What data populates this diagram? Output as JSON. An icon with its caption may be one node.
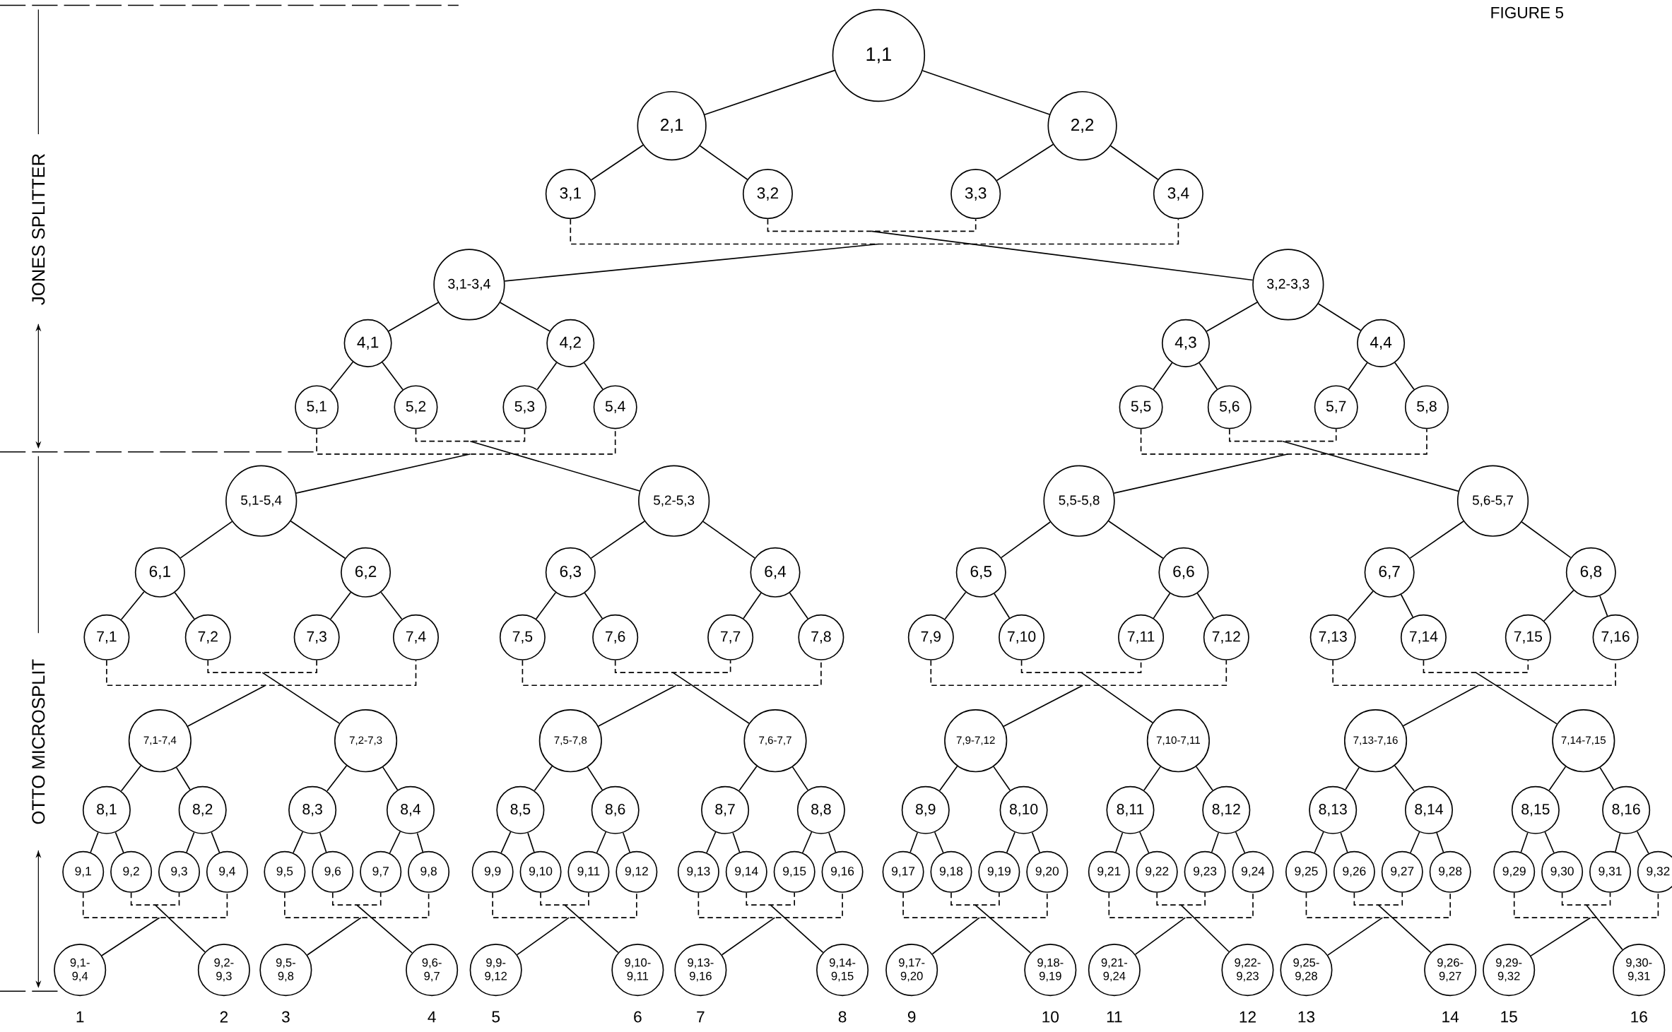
{
  "diagram": {
    "nodes": [
      {
        "text": [
          "1,1"
        ]
      },
      {
        "text": [
          "2,1"
        ]
      },
      {
        "text": [
          "2,2"
        ]
      },
      {
        "text": [
          "3,1"
        ]
      },
      {
        "text": [
          "3,2"
        ]
      },
      {
        "text": [
          "3,3"
        ]
      },
      {
        "text": [
          "3,4"
        ]
      },
      {
        "text": [
          "3,1-3,4"
        ]
      },
      {
        "text": [
          "3,2-3,3"
        ]
      },
      {
        "text": [
          "4,1"
        ]
      },
      {
        "text": [
          "4,2"
        ]
      },
      {
        "text": [
          "4,3"
        ]
      },
      {
        "text": [
          "4,4"
        ]
      },
      {
        "text": [
          "5,1"
        ]
      },
      {
        "text": [
          "5,2"
        ]
      },
      {
        "text": [
          "5,3"
        ]
      },
      {
        "text": [
          "5,4"
        ]
      },
      {
        "text": [
          "5,5"
        ]
      },
      {
        "text": [
          "5,6"
        ]
      },
      {
        "text": [
          "5,7"
        ]
      },
      {
        "text": [
          "5,8"
        ]
      },
      {
        "text": [
          "5,1-5,4"
        ]
      },
      {
        "text": [
          "5,2-5,3"
        ]
      },
      {
        "text": [
          "5,5-5,8"
        ]
      },
      {
        "text": [
          "5,6-5,7"
        ]
      },
      {
        "text": [
          "6,1"
        ]
      },
      {
        "text": [
          "6,2"
        ]
      },
      {
        "text": [
          "6,3"
        ]
      },
      {
        "text": [
          "6,4"
        ]
      },
      {
        "text": [
          "6,5"
        ]
      },
      {
        "text": [
          "6,6"
        ]
      },
      {
        "text": [
          "6,7"
        ]
      },
      {
        "text": [
          "6,8"
        ]
      },
      {
        "text": [
          "7,1"
        ]
      },
      {
        "text": [
          "7,2"
        ]
      },
      {
        "text": [
          "7,3"
        ]
      },
      {
        "text": [
          "7,4"
        ]
      },
      {
        "text": [
          "7,5"
        ]
      },
      {
        "text": [
          "7,6"
        ]
      },
      {
        "text": [
          "7,7"
        ]
      },
      {
        "text": [
          "7,8"
        ]
      },
      {
        "text": [
          "7,9"
        ]
      },
      {
        "text": [
          "7,10"
        ]
      },
      {
        "text": [
          "7,11"
        ]
      },
      {
        "text": [
          "7,12"
        ]
      },
      {
        "text": [
          "7,13"
        ]
      },
      {
        "text": [
          "7,14"
        ]
      },
      {
        "text": [
          "7,15"
        ]
      },
      {
        "text": [
          "7,16"
        ]
      },
      {
        "text": [
          "7,1-7,4"
        ]
      },
      {
        "text": [
          "7,2-7,3"
        ]
      },
      {
        "text": [
          "7,5-7,8"
        ]
      },
      {
        "text": [
          "7,6-7,7"
        ]
      },
      {
        "text": [
          "7,9-7,12"
        ]
      },
      {
        "text": [
          "7,10-7,11"
        ]
      },
      {
        "text": [
          "7,13-7,16"
        ]
      },
      {
        "text": [
          "7,14-7,15"
        ]
      },
      {
        "text": [
          "8,1"
        ]
      },
      {
        "text": [
          "8,2"
        ]
      },
      {
        "text": [
          "8,3"
        ]
      },
      {
        "text": [
          "8,4"
        ]
      },
      {
        "text": [
          "8,5"
        ]
      },
      {
        "text": [
          "8,6"
        ]
      },
      {
        "text": [
          "8,7"
        ]
      },
      {
        "text": [
          "8,8"
        ]
      },
      {
        "text": [
          "8,9"
        ]
      },
      {
        "text": [
          "8,10"
        ]
      },
      {
        "text": [
          "8,11"
        ]
      },
      {
        "text": [
          "8,12"
        ]
      },
      {
        "text": [
          "8,13"
        ]
      },
      {
        "text": [
          "8,14"
        ]
      },
      {
        "text": [
          "8,15"
        ]
      },
      {
        "text": [
          "8,16"
        ]
      },
      {
        "text": [
          "9,1"
        ]
      },
      {
        "text": [
          "9,2"
        ]
      },
      {
        "text": [
          "9,3"
        ]
      },
      {
        "text": [
          "9,4"
        ]
      },
      {
        "text": [
          "9,5"
        ]
      },
      {
        "text": [
          "9,6"
        ]
      },
      {
        "text": [
          "9,7"
        ]
      },
      {
        "text": [
          "9,8"
        ]
      },
      {
        "text": [
          "9,9"
        ]
      },
      {
        "text": [
          "9,10"
        ]
      },
      {
        "text": [
          "9,11"
        ]
      },
      {
        "text": [
          "9,12"
        ]
      },
      {
        "text": [
          "9,13"
        ]
      },
      {
        "text": [
          "9,14"
        ]
      },
      {
        "text": [
          "9,15"
        ]
      },
      {
        "text": [
          "9,16"
        ]
      },
      {
        "text": [
          "9,17"
        ]
      },
      {
        "text": [
          "9,18"
        ]
      },
      {
        "text": [
          "9,19"
        ]
      },
      {
        "text": [
          "9,20"
        ]
      },
      {
        "text": [
          "9,21"
        ]
      },
      {
        "text": [
          "9,22"
        ]
      },
      {
        "text": [
          "9,23"
        ]
      },
      {
        "text": [
          "9,24"
        ]
      },
      {
        "text": [
          "9,25"
        ]
      },
      {
        "text": [
          "9,26"
        ]
      },
      {
        "text": [
          "9,27"
        ]
      },
      {
        "text": [
          "9,28"
        ]
      },
      {
        "text": [
          "9,29"
        ]
      },
      {
        "text": [
          "9,30"
        ]
      },
      {
        "text": [
          "9,31"
        ]
      },
      {
        "text": [
          "9,32"
        ]
      },
      {
        "text": [
          "9,1-9,4"
        ],
        "beside": [
          "1"
        ]
      },
      {
        "text": [
          "9,2-9,3"
        ],
        "beside": [
          "2"
        ]
      },
      {
        "text": [
          "9,5-9,8"
        ],
        "beside": [
          "3"
        ]
      },
      {
        "text": [
          "9,6-9,7"
        ],
        "beside": [
          "4"
        ]
      },
      {
        "text": [
          "9,9-9,12"
        ],
        "beside": [
          "5"
        ]
      },
      {
        "text": [
          "9,10-9,11"
        ],
        "beside": [
          "6"
        ]
      },
      {
        "text": [
          "9,13-9,16"
        ],
        "beside": [
          "7"
        ]
      },
      {
        "text": [
          "9,14-9,15"
        ],
        "beside": [
          "8"
        ]
      },
      {
        "text": [
          "9,17-9,20"
        ],
        "beside": [
          "9"
        ]
      },
      {
        "text": [
          "9,18-9,19"
        ],
        "beside": [
          "10"
        ]
      },
      {
        "text": [
          "9,21-9,24"
        ],
        "beside": [
          "11"
        ]
      },
      {
        "text": [
          "9,22-9,23"
        ],
        "beside": [
          "12"
        ]
      },
      {
        "text": [
          "9,25-9,28"
        ],
        "beside": [
          "13"
        ]
      },
      {
        "text": [
          "9,26-9,27"
        ],
        "beside": [
          "14"
        ]
      },
      {
        "text": [
          "9,29-9,32"
        ],
        "beside": [
          "15"
        ]
      },
      {
        "text": [
          "9,30-9,31"
        ],
        "beside": [
          "16"
        ]
      }
    ],
    "edges": [
      {
        "from": 0,
        "to": 1,
        "arrow": "none"
      },
      {
        "from": 0,
        "to": 2,
        "arrow": "none"
      },
      {
        "from": 1,
        "to": 3,
        "arrow": "none"
      },
      {
        "from": 1,
        "to": 4,
        "arrow": "none"
      },
      {
        "from": 2,
        "to": 5,
        "arrow": "none"
      },
      {
        "from": 2,
        "to": 6,
        "arrow": "none"
      },
      {
        "from": 3,
        "to": 6,
        "arrow": "none",
        "style": "dashed"
      },
      {
        "from": null,
        "to": 7,
        "arrow": "none"
      },
      {
        "from": 4,
        "to": 5,
        "arrow": "none",
        "style": "dashed"
      },
      {
        "from": null,
        "to": 8,
        "arrow": "none"
      },
      {
        "from": 7,
        "to": 9,
        "arrow": "none"
      },
      {
        "from": 7,
        "to": 10,
        "arrow": "none"
      },
      {
        "from": 9,
        "to": 13,
        "arrow": "none"
      },
      {
        "from": 9,
        "to": 14,
        "arrow": "none"
      },
      {
        "from": 10,
        "to": 15,
        "arrow": "none"
      },
      {
        "from": 10,
        "to": 16,
        "arrow": "none"
      },
      {
        "from": 13,
        "to": 16,
        "arrow": "none",
        "style": "dashed"
      },
      {
        "from": null,
        "to": 21,
        "arrow": "none"
      },
      {
        "from": 14,
        "to": 15,
        "arrow": "none",
        "style": "dashed"
      },
      {
        "from": null,
        "to": 22,
        "arrow": "none"
      },
      {
        "from": 8,
        "to": 11,
        "arrow": "none"
      },
      {
        "from": 8,
        "to": 12,
        "arrow": "none"
      },
      {
        "from": 11,
        "to": 17,
        "arrow": "none"
      },
      {
        "from": 11,
        "to": 18,
        "arrow": "none"
      },
      {
        "from": 12,
        "to": 19,
        "arrow": "none"
      },
      {
        "from": 12,
        "to": 20,
        "arrow": "none"
      },
      {
        "from": 17,
        "to": 20,
        "arrow": "none",
        "style": "dashed"
      },
      {
        "from": null,
        "to": 23,
        "arrow": "none"
      },
      {
        "from": 18,
        "to": 19,
        "arrow": "none",
        "style": "dashed"
      },
      {
        "from": null,
        "to": 24,
        "arrow": "none"
      },
      {
        "from": 21,
        "to": 25,
        "arrow": "none"
      },
      {
        "from": 21,
        "to": 26,
        "arrow": "none"
      },
      {
        "from": 25,
        "to": 33,
        "arrow": "none"
      },
      {
        "from": 25,
        "to": 34,
        "arrow": "none"
      },
      {
        "from": 26,
        "to": 35,
        "arrow": "none"
      },
      {
        "from": 26,
        "to": 36,
        "arrow": "none"
      },
      {
        "from": 33,
        "to": 36,
        "arrow": "none",
        "style": "dashed"
      },
      {
        "from": null,
        "to": 49,
        "arrow": "none"
      },
      {
        "from": 34,
        "to": 35,
        "arrow": "none",
        "style": "dashed"
      },
      {
        "from": null,
        "to": 50,
        "arrow": "none"
      },
      {
        "from": 22,
        "to": 27,
        "arrow": "none"
      },
      {
        "from": 22,
        "to": 28,
        "arrow": "none"
      },
      {
        "from": 27,
        "to": 37,
        "arrow": "none"
      },
      {
        "from": 27,
        "to": 38,
        "arrow": "none"
      },
      {
        "from": 28,
        "to": 39,
        "arrow": "none"
      },
      {
        "from": 28,
        "to": 40,
        "arrow": "none"
      },
      {
        "from": 37,
        "to": 40,
        "arrow": "none",
        "style": "dashed"
      },
      {
        "from": null,
        "to": 51,
        "arrow": "none"
      },
      {
        "from": 38,
        "to": 39,
        "arrow": "none",
        "style": "dashed"
      },
      {
        "from": null,
        "to": 52,
        "arrow": "none"
      },
      {
        "from": 23,
        "to": 29,
        "arrow": "none"
      },
      {
        "from": 23,
        "to": 30,
        "arrow": "none"
      },
      {
        "from": 29,
        "to": 41,
        "arrow": "none"
      },
      {
        "from": 29,
        "to": 42,
        "arrow": "none"
      },
      {
        "from": 30,
        "to": 43,
        "arrow": "none"
      },
      {
        "from": 30,
        "to": 44,
        "arrow": "none"
      },
      {
        "from": 41,
        "to": 44,
        "arrow": "none",
        "style": "dashed"
      },
      {
        "from": null,
        "to": 53,
        "arrow": "none"
      },
      {
        "from": 42,
        "to": 43,
        "arrow": "none",
        "style": "dashed"
      },
      {
        "from": null,
        "to": 54,
        "arrow": "none"
      },
      {
        "from": 24,
        "to": 31,
        "arrow": "none"
      },
      {
        "from": 24,
        "to": 32,
        "arrow": "none"
      },
      {
        "from": 31,
        "to": 45,
        "arrow": "none"
      },
      {
        "from": 31,
        "to": 46,
        "arrow": "none"
      },
      {
        "from": 32,
        "to": 47,
        "arrow": "none"
      },
      {
        "from": 32,
        "to": 48,
        "arrow": "none"
      },
      {
        "from": 45,
        "to": 48,
        "arrow": "none",
        "style": "dashed"
      },
      {
        "from": null,
        "to": 55,
        "arrow": "none"
      },
      {
        "from": 46,
        "to": 47,
        "arrow": "none",
        "style": "dashed"
      },
      {
        "from": null,
        "to": 56,
        "arrow": "none"
      },
      {
        "from": 49,
        "to": 57,
        "arrow": "none"
      },
      {
        "from": 49,
        "to": 58,
        "arrow": "none"
      },
      {
        "from": 57,
        "to": 73,
        "arrow": "none"
      },
      {
        "from": 57,
        "to": 74,
        "arrow": "none"
      },
      {
        "from": 58,
        "to": 75,
        "arrow": "none"
      },
      {
        "from": 58,
        "to": 76,
        "arrow": "none"
      },
      {
        "from": 73,
        "to": 76,
        "arrow": "none",
        "style": "dashed"
      },
      {
        "from": null,
        "to": 105,
        "arrow": "none"
      },
      {
        "from": 74,
        "to": 75,
        "arrow": "none",
        "style": "dashed"
      },
      {
        "from": null,
        "to": 106,
        "arrow": "none"
      },
      {
        "from": 50,
        "to": 59,
        "arrow": "none"
      },
      {
        "from": 50,
        "to": 60,
        "arrow": "none"
      },
      {
        "from": 59,
        "to": 77,
        "arrow": "none"
      },
      {
        "from": 59,
        "to": 78,
        "arrow": "none"
      },
      {
        "from": 60,
        "to": 79,
        "arrow": "none"
      },
      {
        "from": 60,
        "to": 80,
        "arrow": "none"
      },
      {
        "from": 77,
        "to": 80,
        "arrow": "none",
        "style": "dashed"
      },
      {
        "from": null,
        "to": 107,
        "arrow": "none"
      },
      {
        "from": 78,
        "to": 79,
        "arrow": "none",
        "style": "dashed"
      },
      {
        "from": null,
        "to": 108,
        "arrow": "none"
      },
      {
        "from": 51,
        "to": 61,
        "arrow": "none"
      },
      {
        "from": 51,
        "to": 62,
        "arrow": "none"
      },
      {
        "from": 61,
        "to": 81,
        "arrow": "none"
      },
      {
        "from": 61,
        "to": 82,
        "arrow": "none"
      },
      {
        "from": 62,
        "to": 83,
        "arrow": "none"
      },
      {
        "from": 62,
        "to": 84,
        "arrow": "none"
      },
      {
        "from": 81,
        "to": 84,
        "arrow": "none",
        "style": "dashed"
      },
      {
        "from": null,
        "to": 109,
        "arrow": "none"
      },
      {
        "from": 82,
        "to": 83,
        "arrow": "none",
        "style": "dashed"
      },
      {
        "from": null,
        "to": 110,
        "arrow": "none"
      },
      {
        "from": 52,
        "to": 63,
        "arrow": "none"
      },
      {
        "from": 52,
        "to": 64,
        "arrow": "none"
      },
      {
        "from": 63,
        "to": 85,
        "arrow": "none"
      },
      {
        "from": 63,
        "to": 86,
        "arrow": "none"
      },
      {
        "from": 64,
        "to": 87,
        "arrow": "none"
      },
      {
        "from": 64,
        "to": 88,
        "arrow": "none"
      },
      {
        "from": 85,
        "to": 88,
        "arrow": "none",
        "style": "dashed"
      },
      {
        "from": null,
        "to": 111,
        "arrow": "none"
      },
      {
        "from": 86,
        "to": 87,
        "arrow": "none",
        "style": "dashed"
      },
      {
        "from": null,
        "to": 112,
        "arrow": "none"
      },
      {
        "from": 53,
        "to": 65,
        "arrow": "none"
      },
      {
        "from": 53,
        "to": 66,
        "arrow": "none"
      },
      {
        "from": 65,
        "to": 89,
        "arrow": "none"
      },
      {
        "from": 65,
        "to": 90,
        "arrow": "none"
      },
      {
        "from": 66,
        "to": 91,
        "arrow": "none"
      },
      {
        "from": 66,
        "to": 92,
        "arrow": "none"
      },
      {
        "from": 89,
        "to": 92,
        "arrow": "none",
        "style": "dashed"
      },
      {
        "from": null,
        "to": 113,
        "arrow": "none"
      },
      {
        "from": 90,
        "to": 91,
        "arrow": "none",
        "style": "dashed"
      },
      {
        "from": null,
        "to": 114,
        "arrow": "none"
      },
      {
        "from": 54,
        "to": 67,
        "arrow": "none"
      },
      {
        "from": 54,
        "to": 68,
        "arrow": "none"
      },
      {
        "from": 67,
        "to": 93,
        "arrow": "none"
      },
      {
        "from": 67,
        "to": 94,
        "arrow": "none"
      },
      {
        "from": 68,
        "to": 95,
        "arrow": "none"
      },
      {
        "from": 68,
        "to": 96,
        "arrow": "none"
      },
      {
        "from": 93,
        "to": 96,
        "arrow": "none",
        "style": "dashed"
      },
      {
        "from": null,
        "to": 115,
        "arrow": "none"
      },
      {
        "from": 94,
        "to": 95,
        "arrow": "none",
        "style": "dashed"
      },
      {
        "from": null,
        "to": 116,
        "arrow": "none"
      },
      {
        "from": 55,
        "to": 69,
        "arrow": "none"
      },
      {
        "from": 55,
        "to": 70,
        "arrow": "none"
      },
      {
        "from": 69,
        "to": 97,
        "arrow": "none"
      },
      {
        "from": 69,
        "to": 98,
        "arrow": "none"
      },
      {
        "from": 70,
        "to": 99,
        "arrow": "none"
      },
      {
        "from": 70,
        "to": 100,
        "arrow": "none"
      },
      {
        "from": 97,
        "to": 100,
        "arrow": "none",
        "style": "dashed"
      },
      {
        "from": null,
        "to": 117,
        "arrow": "none"
      },
      {
        "from": 98,
        "to": 99,
        "arrow": "none",
        "style": "dashed"
      },
      {
        "from": null,
        "to": 118,
        "arrow": "none"
      },
      {
        "from": 56,
        "to": 71,
        "arrow": "none"
      },
      {
        "from": 56,
        "to": 72,
        "arrow": "none"
      },
      {
        "from": 71,
        "to": 101,
        "arrow": "none"
      },
      {
        "from": 71,
        "to": 102,
        "arrow": "none"
      },
      {
        "from": 72,
        "to": 103,
        "arrow": "none"
      },
      {
        "from": 72,
        "to": 104,
        "arrow": "none"
      },
      {
        "from": 101,
        "to": 104,
        "arrow": "none",
        "style": "dashed"
      },
      {
        "from": null,
        "to": 119,
        "arrow": "none"
      },
      {
        "from": 102,
        "to": 103,
        "arrow": "none",
        "style": "dashed"
      },
      {
        "from": null,
        "to": 120,
        "arrow": "none"
      }
    ],
    "labels": [
      "FIGURE 5",
      "JONES SPLITTER",
      "OTTO MICROSPLIT"
    ]
  }
}
